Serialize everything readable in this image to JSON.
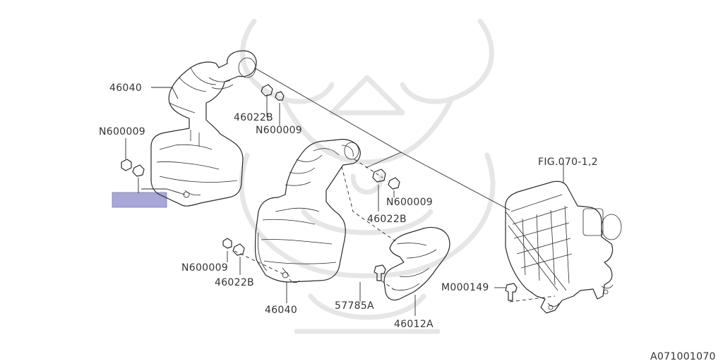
{
  "diagram": {
    "callouts": [
      {
        "id": "c-46040-top",
        "text": "46040"
      },
      {
        "id": "c-n600009-left",
        "text": "N600009"
      },
      {
        "id": "c-46022b-top",
        "text": "46022B"
      },
      {
        "id": "c-n600009-top",
        "text": "N600009"
      },
      {
        "id": "c-fig070",
        "text": "FIG.070-1,2"
      },
      {
        "id": "c-n600009-mid",
        "text": "N600009"
      },
      {
        "id": "c-46022b-mid",
        "text": "46022B"
      },
      {
        "id": "c-n600009-low",
        "text": "N600009"
      },
      {
        "id": "c-46022b-low",
        "text": "46022B"
      },
      {
        "id": "c-46040-bottom",
        "text": "46040"
      },
      {
        "id": "c-57785a",
        "text": "57785A"
      },
      {
        "id": "c-46012a",
        "text": "46012A"
      },
      {
        "id": "c-m000149",
        "text": "M000149"
      }
    ],
    "figure_code": "A071001070",
    "highlight_color": "#a7a7d8",
    "line_color": "#2a2a2a",
    "text_color": "#333333",
    "watermark_color": "#e6e6e6"
  }
}
